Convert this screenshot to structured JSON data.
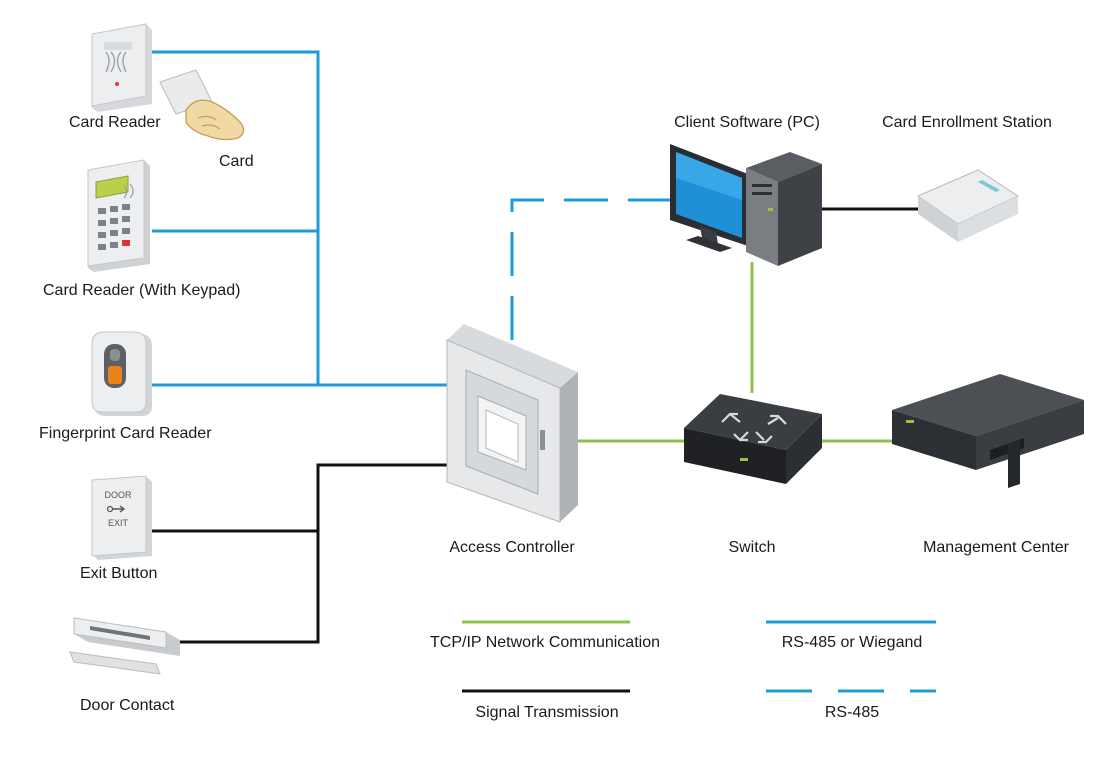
{
  "devices": {
    "card_reader": "Card Reader",
    "card": "Card",
    "card_reader_keypad": "Card Reader (With Keypad)",
    "fingerprint_reader": "Fingerprint Card Reader",
    "exit_button": "Exit Button",
    "door_contact": "Door Contact",
    "access_controller": "Access Controller",
    "client_software": "Client Software (PC)",
    "card_enrollment": "Card Enrollment Station",
    "switch": "Switch",
    "management_center": "Management Center"
  },
  "device_text": {
    "door_button_top": "DOOR",
    "door_button_bottom": "EXIT"
  },
  "legend": {
    "tcpip": "TCP/IP Network Communication",
    "signal": "Signal Transmission",
    "rs485_wiegand": "RS-485 or Wiegand",
    "rs485": "RS-485"
  },
  "colors": {
    "tcpip": "#8cc152",
    "rs485_wiegand": "#1e9bd7",
    "signal": "#111111"
  }
}
